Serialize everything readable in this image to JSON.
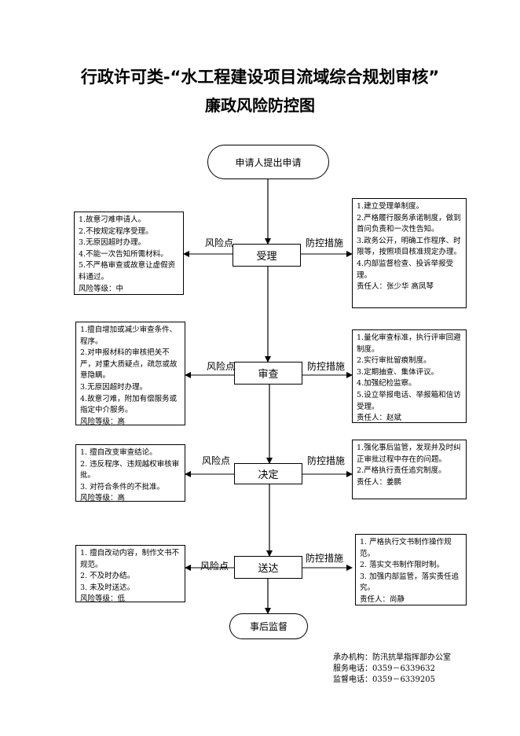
{
  "title_line1": "行政许可类-“水工程建设项目流域综合规划审核”",
  "title_line2": "廉政风险防控图",
  "start": "申请人提出申请",
  "end": "事后监督",
  "risk_label": "风险点",
  "control_label": "防控措施",
  "steps": [
    {
      "name": "受理",
      "risks": [
        "1.故意刁难申请人。",
        "2.不按规定程序受理。",
        "3.无原因超时办理。",
        "4.不能一次告知所需材料。",
        "5.不严格审查或故意让虚假资料通过。",
        "风险等级：中"
      ],
      "controls": [
        "1.建立受理单制度。",
        "2.严格履行服务承诺制度，做到首问负责和一次性告知。",
        "3.政务公开，明确工作程序、时限等，按照项目核准规定办理。",
        "4.内部监督检查、投诉举报受理。",
        "责任人：张少华 高凤琴"
      ]
    },
    {
      "name": "审查",
      "risks": [
        "1.擅自增加或减少审查条件、程序。",
        "2.对申报材料的审核把关不严，对重大质疑点，疏忽或故意隐瞒。",
        "3.无原因超时办理。",
        "4.故意刁难，附加有偿服务或指定中介服务。",
        "风险等级：高"
      ],
      "controls": [
        "1.量化审查标准，执行评审回避制度。",
        "2.实行审批留痕制度。",
        "3.定期抽查、集体评议。",
        "4.加强纪检监察。",
        "5.设立举报电话、举报箱和信访受理。",
        "责任人：赵斌"
      ]
    },
    {
      "name": "决定",
      "risks": [
        "1. 擅自改变审查结论。",
        "2. 违反程序、违规越权审核审批。",
        "3. 对符合条件的不批准。",
        "风险等级：高"
      ],
      "controls": [
        "1.强化事后监管，发现并及时纠正审批过程中存在的问题。",
        "2.严格执行责任追究制度。",
        "责任人：姜鹏"
      ]
    },
    {
      "name": "送达",
      "risks": [
        "1. 擅自改动内容，制作文书不规范。",
        "2. 不及时办结。",
        "3. 未及时送达。",
        "风险等级：低"
      ],
      "controls": [
        "1. 严格执行文书制作操作规范。",
        "2. 落实文书制作限时制。",
        "3. 加强内部监管，落实责任追究。",
        "责任人：尚静"
      ]
    }
  ],
  "footer": {
    "org": "承办机构：防汛抗旱指挥部办公室",
    "service_phone": "服务电话：0359－6339632",
    "supervise_phone": "监督电话：0359－6339205"
  }
}
